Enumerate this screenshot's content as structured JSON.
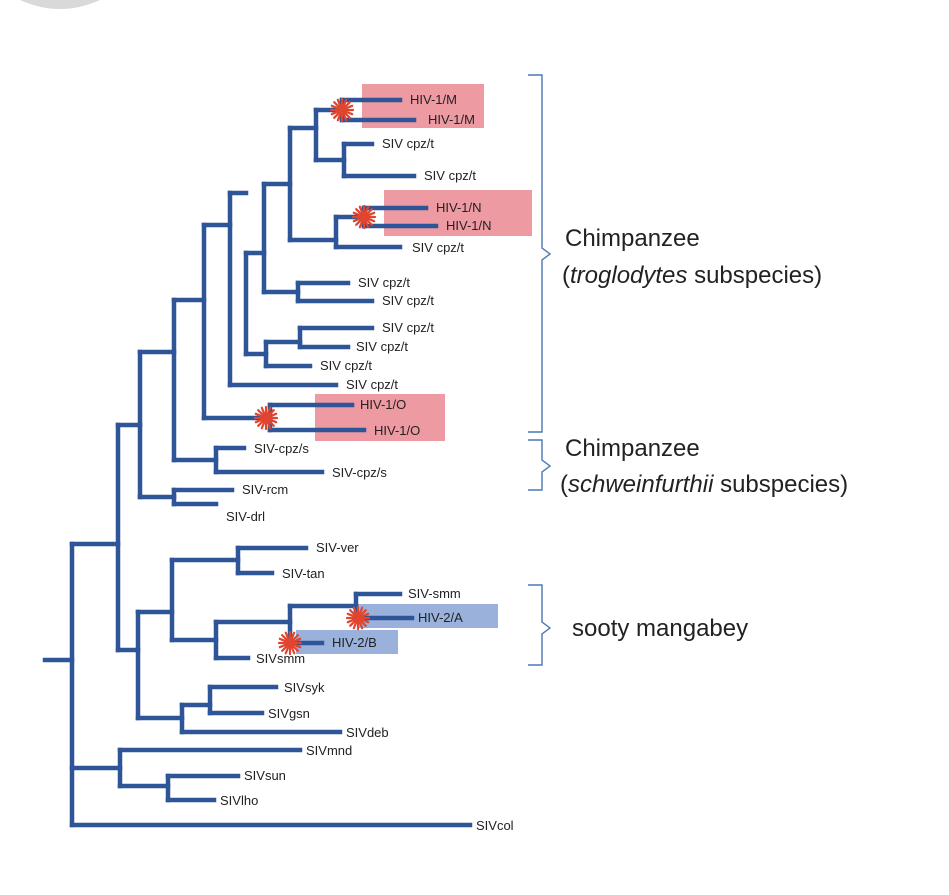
{
  "tips": {
    "hiv1_m_1": "HIV-1/M",
    "hiv1_m_2": "HIV-1/M",
    "cpz_t_1": "SIV cpz/t",
    "cpz_t_2": "SIV cpz/t",
    "hiv1_n_1": "HIV-1/N",
    "hiv1_n_2": "HIV-1/N",
    "cpz_t_3": "SIV cpz/t",
    "cpz_t_4": "SIV cpz/t",
    "cpz_t_5": "SIV cpz/t",
    "cpz_t_6": "SIV cpz/t",
    "cpz_t_7": "SIV cpz/t",
    "cpz_t_8": "SIV cpz/t",
    "cpz_t_9": "SIV cpz/t",
    "hiv1_o_1": "HIV-1/O",
    "hiv1_o_2": "HIV-1/O",
    "cpz_s_1": "SIV-cpz/s",
    "cpz_s_2": "SIV-cpz/s",
    "rcm": "SIV-rcm",
    "drl": "SIV-drl",
    "ver": "SIV-ver",
    "tan": "SIV-tan",
    "smm": "SIV-smm",
    "hiv2_a": "HIV-2/A",
    "hiv2_b": "HIV-2/B",
    "sivsmm": "SIVsmm",
    "syk": "SIVsyk",
    "gsn": "SIVgsn",
    "deb": "SIVdeb",
    "mnd": "SIVmnd",
    "sun": "SIVsun",
    "lho": "SIVlho",
    "col": "SIVcol"
  },
  "groups": {
    "troglodytes_line1": "Chimpanzee",
    "troglodytes_line2_pre": "(",
    "troglodytes_line2_italic": "troglodytes",
    "troglodytes_line2_post": " subspecies)",
    "schweinfurthii_line1": "Chimpanzee",
    "schweinfurthii_line2_pre": "(",
    "schweinfurthii_line2_italic": "schweinfurthii",
    "schweinfurthii_line2_post": " subspecies)",
    "sooty_mangabey": "sooty mangabey"
  },
  "colors": {
    "branch": "#2e5597",
    "hiv1_highlight": "#ee9aa2",
    "hiv2_highlight": "#9ab1dc",
    "transmission_star": "#e0452f"
  },
  "markers": {
    "cross_species_transmission_icon": "red-star-icon"
  }
}
